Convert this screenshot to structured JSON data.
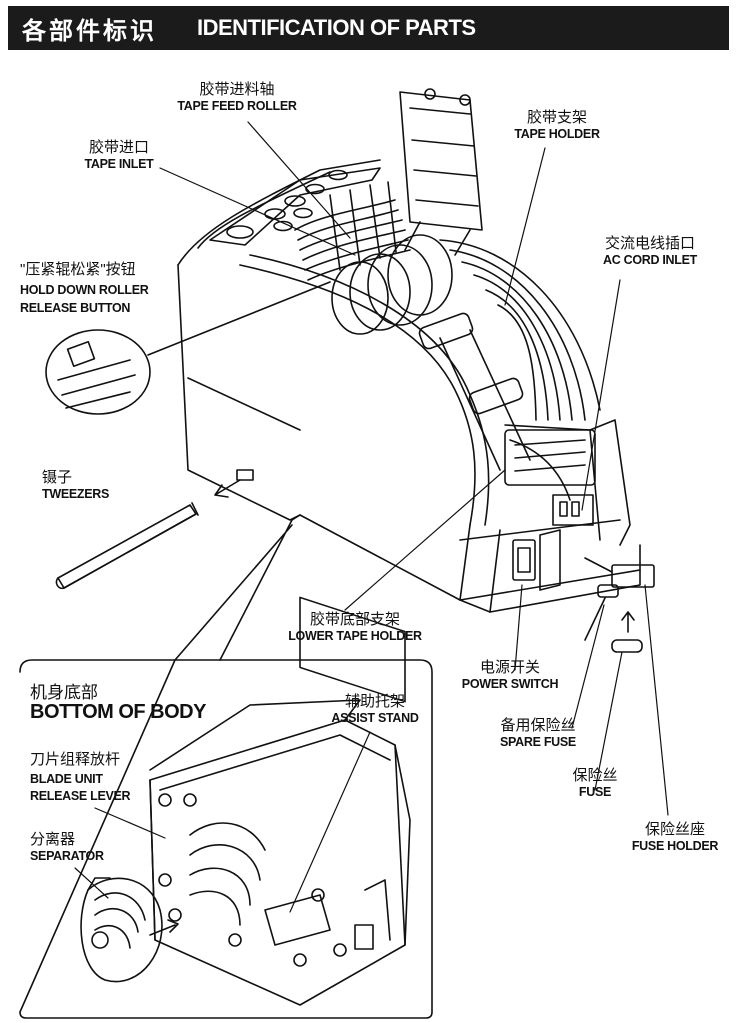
{
  "header": {
    "title_cn": "各部件标识",
    "title_en": "IDENTIFICATION OF PARTS"
  },
  "labels": {
    "tape_feed_roller": {
      "cn": "胶带进料轴",
      "en": "TAPE FEED ROLLER"
    },
    "tape_inlet": {
      "cn": "胶带进口",
      "en": "TAPE INLET"
    },
    "tape_holder": {
      "cn": "胶带支架",
      "en": "TAPE HOLDER"
    },
    "hold_down_roller": {
      "cn": "\"压紧辊松紧\"按钮",
      "en1": "HOLD DOWN ROLLER",
      "en2": "RELEASE BUTTON"
    },
    "ac_cord_inlet": {
      "cn": "交流电线插口",
      "en": "AC CORD INLET"
    },
    "tweezers": {
      "cn": "镊子",
      "en": "TWEEZERS"
    },
    "lower_tape_holder": {
      "cn": "胶带底部支架",
      "en": "LOWER TAPE HOLDER"
    },
    "power_switch": {
      "cn": "电源开关",
      "en": "POWER SWITCH"
    },
    "spare_fuse": {
      "cn": "备用保险丝",
      "en": "SPARE FUSE"
    },
    "fuse": {
      "cn": "保险丝",
      "en": "FUSE"
    },
    "fuse_holder": {
      "cn": "保险丝座",
      "en": "FUSE HOLDER"
    }
  },
  "inset": {
    "title_cn": "机身底部",
    "title_en": "BOTTOM OF BODY",
    "assist_stand": {
      "cn": "辅助托架",
      "en": "ASSIST STAND"
    },
    "blade_unit": {
      "cn": "刀片组释放杆",
      "en1": "BLADE UNIT",
      "en2": "RELEASE LEVER"
    },
    "separator": {
      "cn": "分离器",
      "en": "SEPARATOR"
    }
  }
}
